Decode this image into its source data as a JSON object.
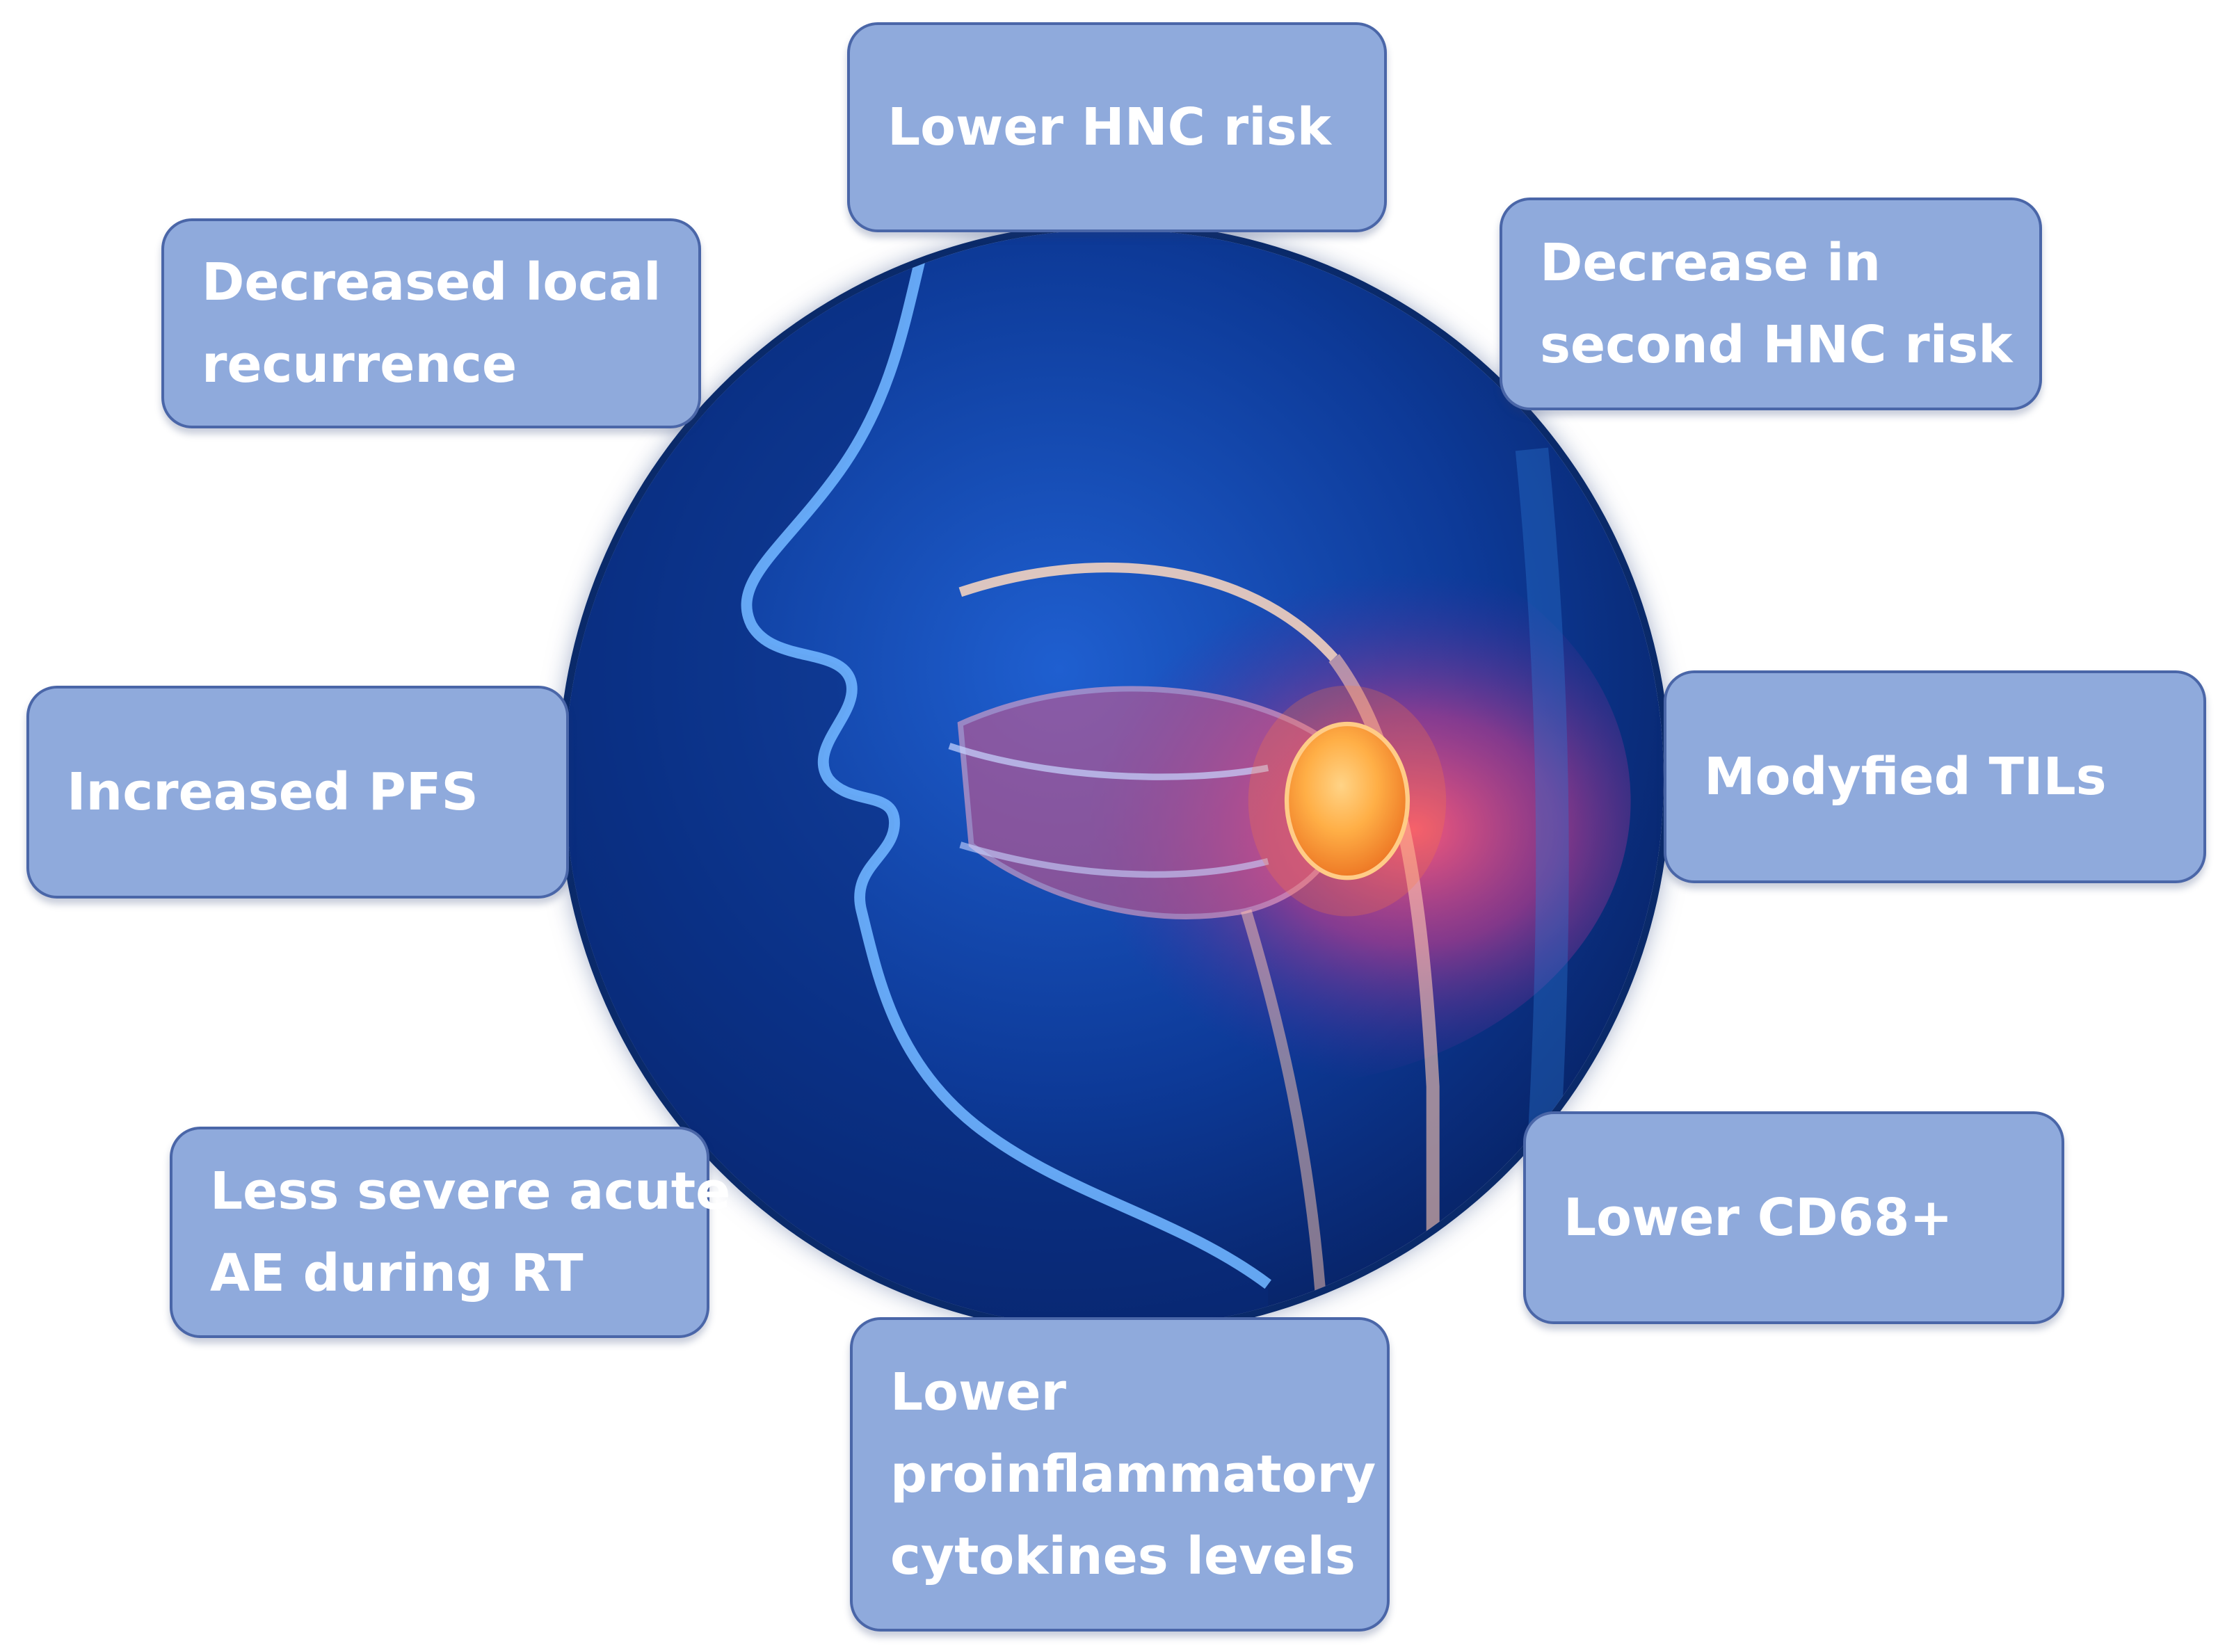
{
  "diagram": {
    "center_illustration": "head-and-neck-anatomy-tumor-illustration",
    "box_fill": "#8faadc",
    "box_border": "#4a66a8",
    "box_text_color": "#ffffff",
    "boxes": {
      "top": {
        "lines": [
          "Lower HNC risk"
        ]
      },
      "upper_left": {
        "lines": [
          "Decreased local",
          "recurrence"
        ]
      },
      "upper_right": {
        "lines": [
          "Decrease in",
          "second HNC risk"
        ]
      },
      "left": {
        "lines": [
          "Increased PFS"
        ]
      },
      "right": {
        "lines": [
          "Modyfied TILs"
        ]
      },
      "lower_left": {
        "lines": [
          "Less severe acute",
          "AE during RT"
        ]
      },
      "lower_right": {
        "lines": [
          "Lower CD68+"
        ]
      },
      "bottom": {
        "lines": [
          "Lower",
          "proinflammatory",
          "cytokines levels"
        ]
      }
    }
  }
}
